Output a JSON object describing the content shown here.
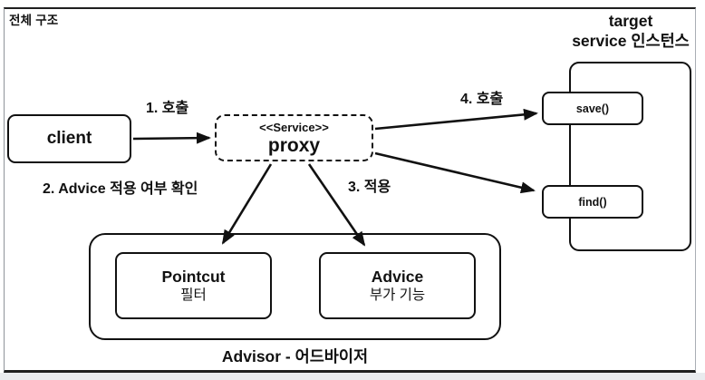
{
  "page": {
    "title": "전체 구조"
  },
  "nodes": {
    "client": {
      "label": "client"
    },
    "proxy": {
      "stereotype": "<<Service>>",
      "label": "proxy"
    },
    "target_service": {
      "title_line1": "target",
      "title_line2": "service 인스턴스",
      "methods": [
        "save()",
        "find()"
      ]
    },
    "advisor": {
      "caption": "Advisor - 어드바이저",
      "pointcut": {
        "title": "Pointcut",
        "subtitle": "필터"
      },
      "advice": {
        "title": "Advice",
        "subtitle": "부가 기능"
      }
    }
  },
  "edge_labels": {
    "step1": "1. 호출",
    "step2": "2. Advice 적용 여부 확인",
    "step3": "3. 적용",
    "step4": "4. 호출"
  },
  "colors": {
    "stroke": "#111111",
    "frame_border": "#1f1f1f",
    "background": "#ffffff",
    "bottom_strip": "#e9ebee"
  }
}
